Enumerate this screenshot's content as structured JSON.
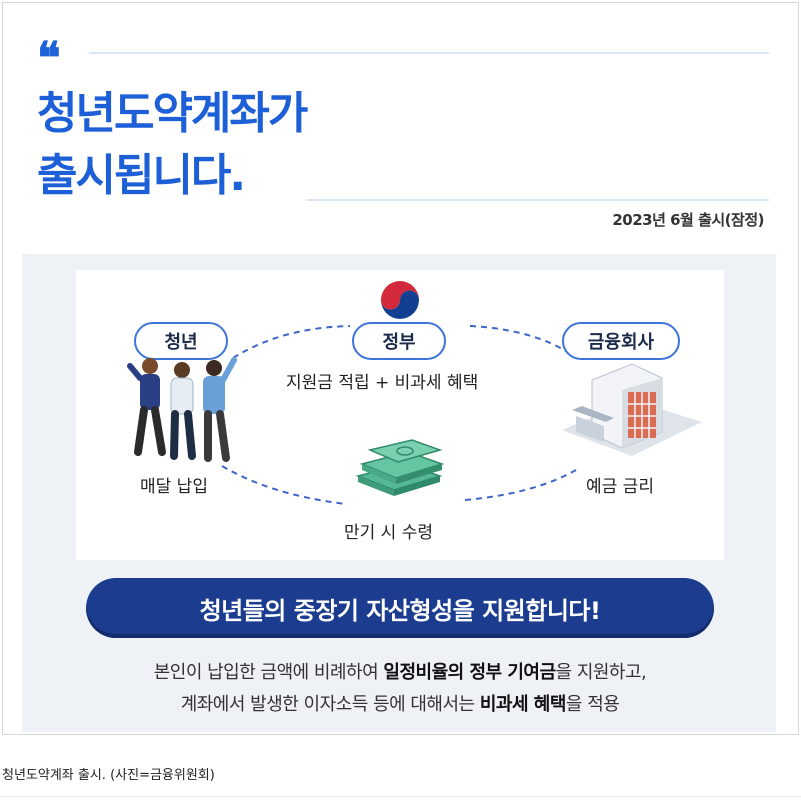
{
  "header": {
    "quote_mark": "❝",
    "title_line1": "청년도약계좌가",
    "title_line2": "출시됩니다.",
    "release_note": "2023년 6월 출시(잠정)"
  },
  "diagram": {
    "youth_label": "청년",
    "government_label": "정부",
    "finance_label": "금융회사",
    "gov_benefit": "지원금 적립 + 비과세 혜택",
    "youth_action": "매달 납입",
    "finance_action": "예금 금리",
    "maturity": "만기 시 수령"
  },
  "banner": {
    "text": "청년들의 중장기 자산형성을 지원합니다!"
  },
  "description": {
    "line1_a": "본인이 납입한 금액에 비례하여 ",
    "line1_b": "일정비율의 정부 기여금",
    "line1_c": "을 지원하고,",
    "line2_a": "계좌에서 발생한 이자소득 등에 대해서는 ",
    "line2_b": "비과세 혜택",
    "line2_c": "을 적용"
  },
  "caption": {
    "text": "청년도약계좌 출시. (사진=금융위원회)"
  },
  "colors": {
    "accent": "#1d5fd6",
    "banner": "#1b3c8f",
    "panel": "#eef1f6",
    "pill_border": "#3e75d8"
  },
  "icons": [
    "quote-icon",
    "government-emblem-icon",
    "people-illustration",
    "money-stack-icon",
    "bank-building-icon"
  ]
}
